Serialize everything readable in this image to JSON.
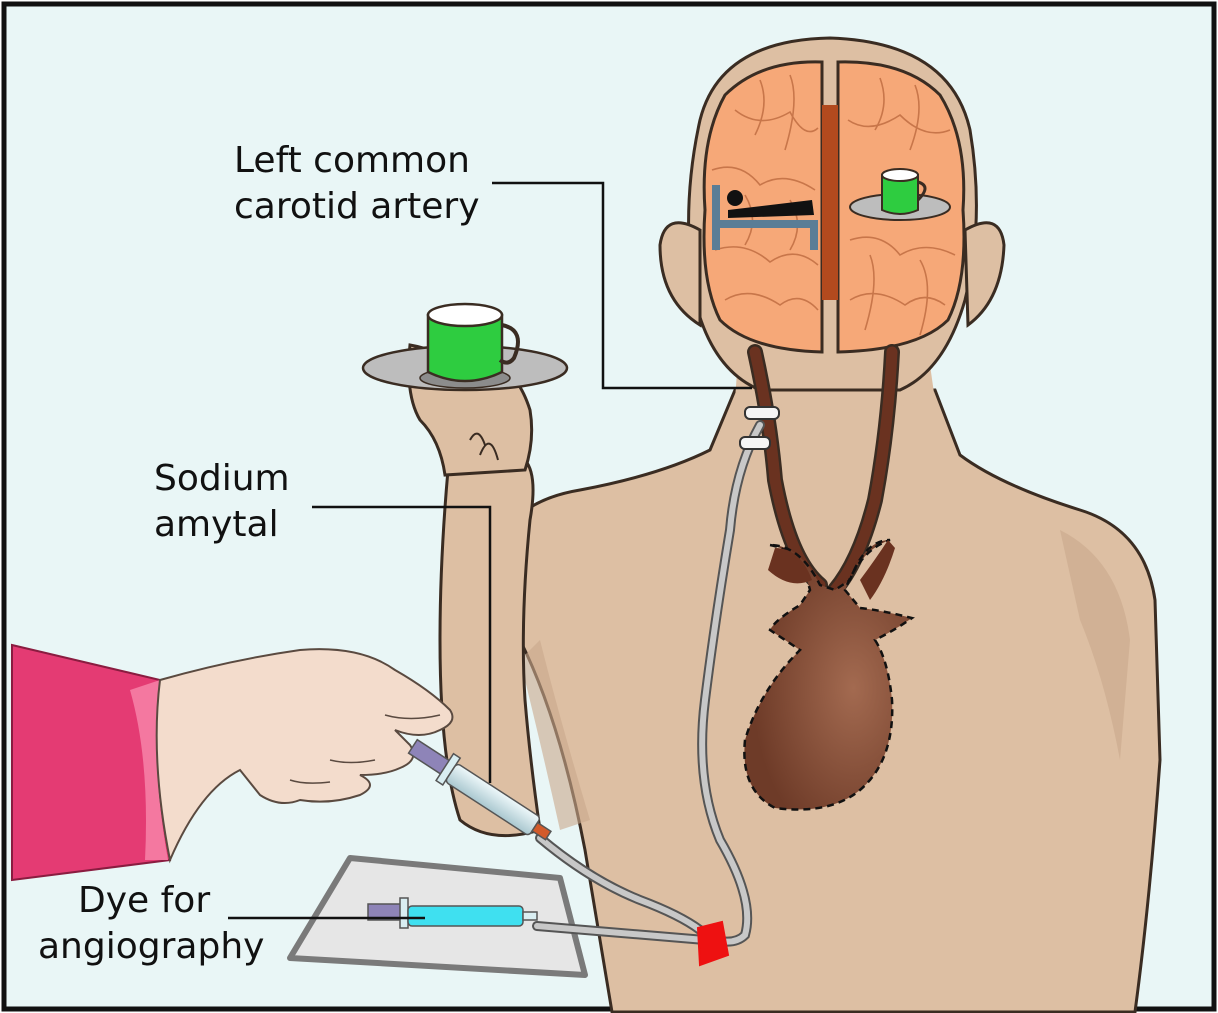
{
  "labels": {
    "carotid_line1": "Left common",
    "carotid_line2": "carotid artery",
    "amytal_line1": "Sodium",
    "amytal_line2": "amytal",
    "dye_line1": "Dye for",
    "dye_line2": "angiography"
  },
  "colors": {
    "background": "#e9f6f6",
    "skin": "#ddbfa3",
    "skin_outline": "#3a2c22",
    "brain": "#f6a878",
    "brain_fissure": "#b24a1e",
    "artery": "#6a3220",
    "heart": "#7a4430",
    "cup": "#2ecc40",
    "saucer": "#bdbdbd",
    "sleeve": "#e43b73",
    "tube": "#a8a8a8",
    "dye": "#3fe0f0",
    "connector": "#ee1111",
    "bed": "#5a7d96"
  }
}
